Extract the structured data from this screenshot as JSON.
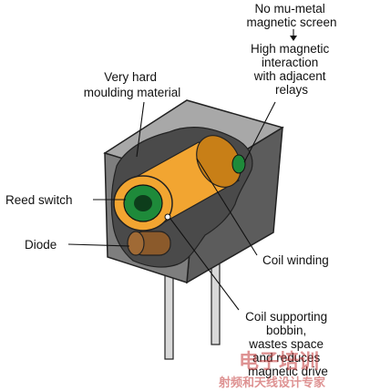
{
  "labels": {
    "no_mu_metal": [
      "No mu-metal",
      "magnetic screen"
    ],
    "high_interaction": [
      "High magnetic",
      "interaction",
      "with adjacent",
      "relays"
    ],
    "very_hard": [
      "Very hard",
      "moulding material"
    ],
    "reed_switch": "Reed switch",
    "diode": "Diode",
    "coil_winding": "Coil winding",
    "coil_bobbin": [
      "Coil supporting",
      "bobbin,",
      "wastes space",
      "and reduces",
      "magnetic drive"
    ]
  },
  "watermark": {
    "line1": "电子培训",
    "line2": "射频和天线设计专家"
  },
  "colors": {
    "housing_front": "#7e7e7e",
    "housing_top": "#a8a8a8",
    "housing_side": "#5c5c5c",
    "cutout": "#4a4a4a",
    "coil": "#f2a531",
    "coil_dark": "#c87f17",
    "reed": "#1e8a3a",
    "diode": "#8b5a2b",
    "pin": "#d9d9d9",
    "watermark": "#c43a3a"
  }
}
